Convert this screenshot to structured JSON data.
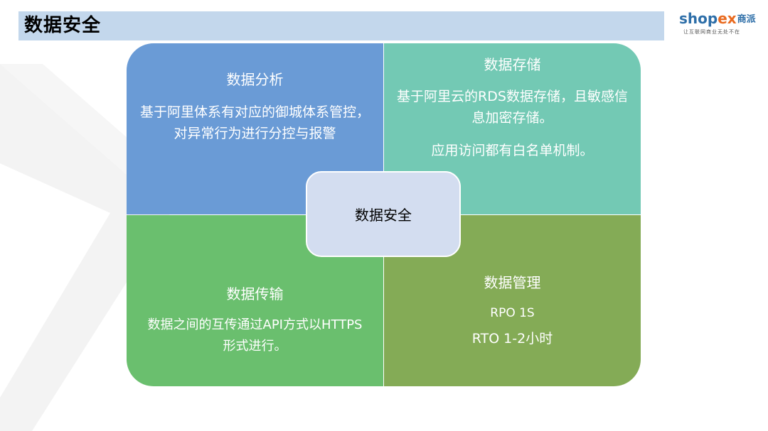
{
  "header": {
    "title": "数据安全"
  },
  "logo": {
    "brand_prefix": "shop",
    "brand_accent": "ex",
    "brand_cn": "商派",
    "slogan": "让互联网商业无处不在"
  },
  "diagram": {
    "center_label": "数据安全",
    "quadrants": {
      "top_left": {
        "title": "数据分析",
        "lines": [
          "基于阿里体系有对应的御城体系管控，",
          "对异常行为进行分控与报警"
        ]
      },
      "top_right": {
        "title": "数据存储",
        "lines": [
          "基于阿里云的RDS数据存储，且敏感信",
          "息加密存储。",
          "应用访问都有白名单机制。"
        ]
      },
      "bottom_left": {
        "title": "数据传输",
        "lines": [
          "数据之间的互传通过API方式以HTTPS",
          "形式进行。"
        ]
      },
      "bottom_right": {
        "title": "数据管理",
        "lines": [
          "RPO 1S",
          "RTO 1-2小时"
        ]
      }
    }
  },
  "colors": {
    "title_bar": "#c3d7ec",
    "quad_top_left": "#6a9bd6",
    "quad_top_right": "#73c9b4",
    "quad_bottom_left": "#6abf6e",
    "quad_bottom_right": "#84ab56",
    "center_box": "#d3ddf0",
    "logo_blue": "#2d6ea8",
    "logo_orange": "#e96a1f"
  }
}
